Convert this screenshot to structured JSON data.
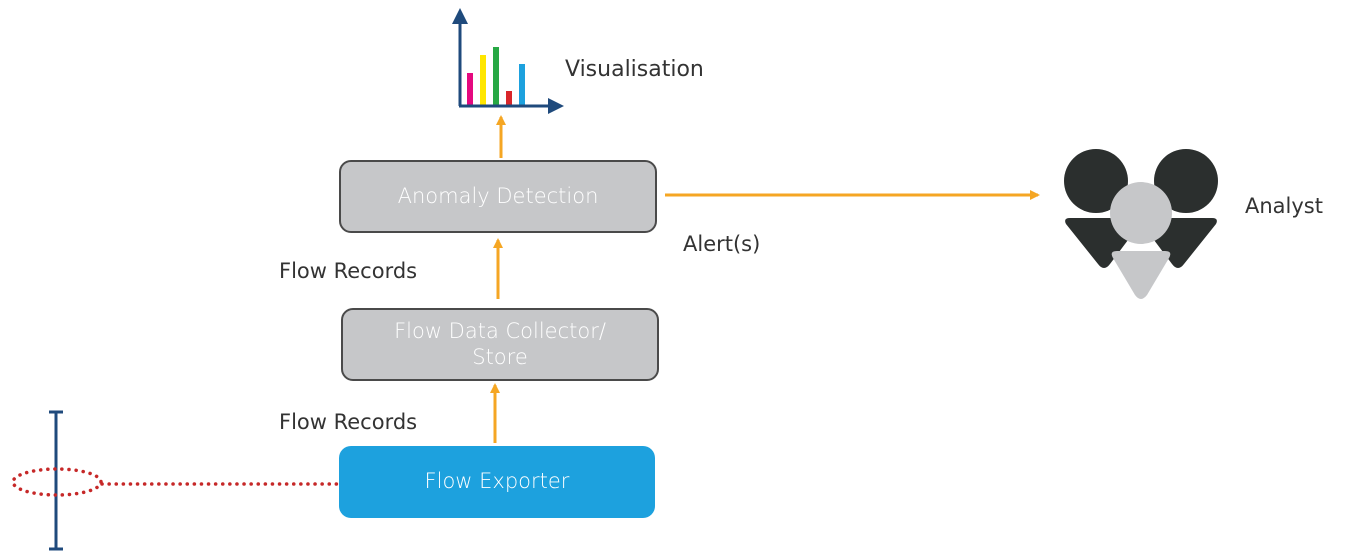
{
  "nodes": {
    "anomaly_detection": "Anomaly Detection",
    "collector_line1": "Flow Data Collector/",
    "collector_line2": "Store",
    "flow_exporter": "Flow Exporter"
  },
  "labels": {
    "visualisation": "Visualisation",
    "analyst": "Analyst",
    "alerts": "Alert(s)",
    "flow_records_upper": "Flow Records",
    "flow_records_lower": "Flow Records"
  },
  "colors": {
    "arrow": "#f5a623",
    "exporter_fill": "#1da1de",
    "node_fill": "#c6c7c9",
    "node_border": "#4a4a4a",
    "axis": "#1f4a7c",
    "tap_line": "#c62828",
    "analyst_dark": "#2b2f2e",
    "analyst_light": "#c6c7c9"
  },
  "icons": {
    "visualisation": "bar-chart-icon",
    "analyst": "people-group-icon",
    "network_tap": "network-tap-icon"
  }
}
